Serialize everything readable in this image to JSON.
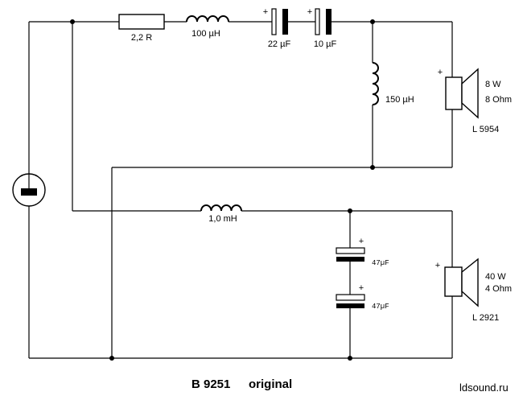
{
  "labels": {
    "resistor": "2,2 R",
    "inductor_series_tweeter": "100 µH",
    "cap_22": "22 µF",
    "cap_10": "10 µF",
    "inductor_shunt": "150 µH",
    "tweeter_power": "8 W",
    "tweeter_impedance": "8 Ohm",
    "tweeter_model": "L 5954",
    "inductor_woofer": "1,0 mH",
    "cap_47_top": "47µF",
    "cap_47_bottom": "47µF",
    "woofer_power": "40 W",
    "woofer_impedance": "4 Ohm",
    "woofer_model": "L 2921",
    "plus_sign": "+"
  },
  "footer": {
    "title": "B 9251",
    "subtitle": "original",
    "credit": "ldsound.ru"
  }
}
